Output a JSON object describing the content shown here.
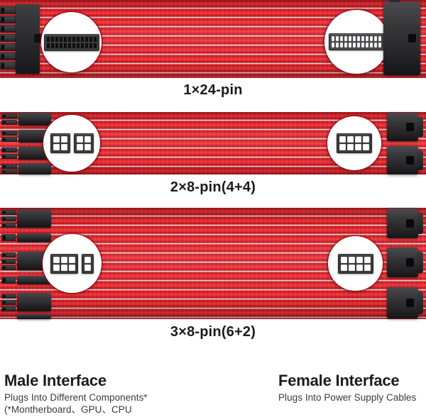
{
  "product": {
    "title": "Red sleeved PSU extension cable kit",
    "cable_color": "#d91f26",
    "connector_color": "#2d2d30",
    "callout_bubble_color": "#ffffff"
  },
  "assemblies": [
    {
      "id": "assembly-24pin",
      "caption": "1×24-pin",
      "male_connector_count": 1,
      "female_connector_count": 1,
      "male_pin_layout": "12x2",
      "female_pin_layout": "12x2",
      "male_callout": "24-pin-male-pin-grid",
      "female_callout": "24-pin-female-pin-grid",
      "strand_count": 24
    },
    {
      "id": "assembly-2x8pin",
      "caption": "2×8-pin(4+4)",
      "male_connector_count": 4,
      "female_connector_count": 2,
      "male_pin_layout": "2x2 + 2x2",
      "female_pin_layout": "4x2",
      "male_callout": "4plus4-pin-male-pin-grid",
      "female_callout": "8-pin-female-pin-grid",
      "strand_count": 16
    },
    {
      "id": "assembly-3x8pin",
      "caption": "3×8-pin(6+2)",
      "male_connector_count": 6,
      "female_connector_count": 3,
      "male_pin_layout": "4x2 + 2x2",
      "female_pin_layout": "4x2",
      "male_callout": "6plus2-pin-male-pin-grid",
      "female_callout": "8-pin-female-pin-grid",
      "strand_count": 24
    }
  ],
  "legend": {
    "male": {
      "title": "Male Interface",
      "line1": "Plugs Into Different Components*",
      "line2": "(*Montherboard、GPU、CPU"
    },
    "female": {
      "title": "Female Interface",
      "line1": "Plugs Into Power Supply Cables"
    }
  }
}
